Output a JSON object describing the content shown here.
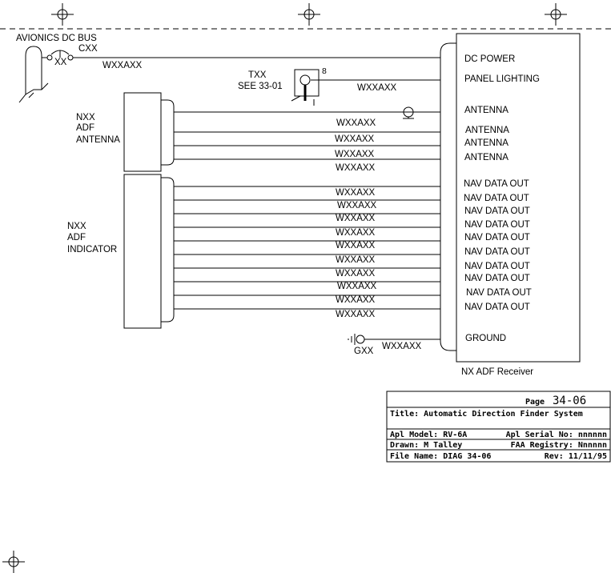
{
  "header": {
    "avionics_bus": "AVIONICS DC BUS",
    "breaker_label": "XX",
    "breaker_wire": "CXX",
    "bus_wire": "WXXAXX",
    "switch_label": "TXX",
    "switch_ref": "SEE 33-01",
    "switch_pin": "8",
    "switch_wire": "WXXAXX"
  },
  "connectors": {
    "antenna": [
      "NXX",
      "ADF",
      "ANTENNA"
    ],
    "indicator": [
      "NXX",
      "ADF",
      "INDICATOR"
    ]
  },
  "wires": {
    "antenna": [
      "WXXAXX",
      "WXXAXX",
      "WXXAXX",
      "WXXAXX"
    ],
    "indicator": [
      "WXXAXX",
      "WXXAXX",
      "WXXAXX",
      "WXXAXX",
      "WXXAXX",
      "WXXAXX",
      "WXXAXX",
      "WXXAXX",
      "WXXAXX",
      "WXXAXX"
    ],
    "ground": "WXXAXX",
    "ground_label": "GXX"
  },
  "receiver": {
    "name": "NX ADF Receiver",
    "pins": [
      "DC POWER",
      "PANEL LIGHTING",
      "ANTENNA",
      "ANTENNA",
      "ANTENNA",
      "ANTENNA",
      "NAV DATA OUT",
      "NAV DATA OUT",
      "NAV DATA OUT",
      "NAV DATA OUT",
      "NAV DATA OUT",
      "NAV DATA OUT",
      "NAV DATA OUT",
      "NAV DATA OUT",
      "NAV DATA OUT",
      "NAV DATA OUT",
      "GROUND"
    ]
  },
  "title_block": {
    "page_label": "Page",
    "page": "34-06",
    "title": "Title: Automatic Direction Finder System",
    "model": "Apl Model: RV-6A",
    "serial": "Apl Serial No: nnnnnn",
    "drawn": "Drawn: M Talley",
    "registry": "FAA Registry: Nnnnnn",
    "file": "File Name: DIAG 34-06",
    "rev": "Rev: 11/11/95"
  }
}
